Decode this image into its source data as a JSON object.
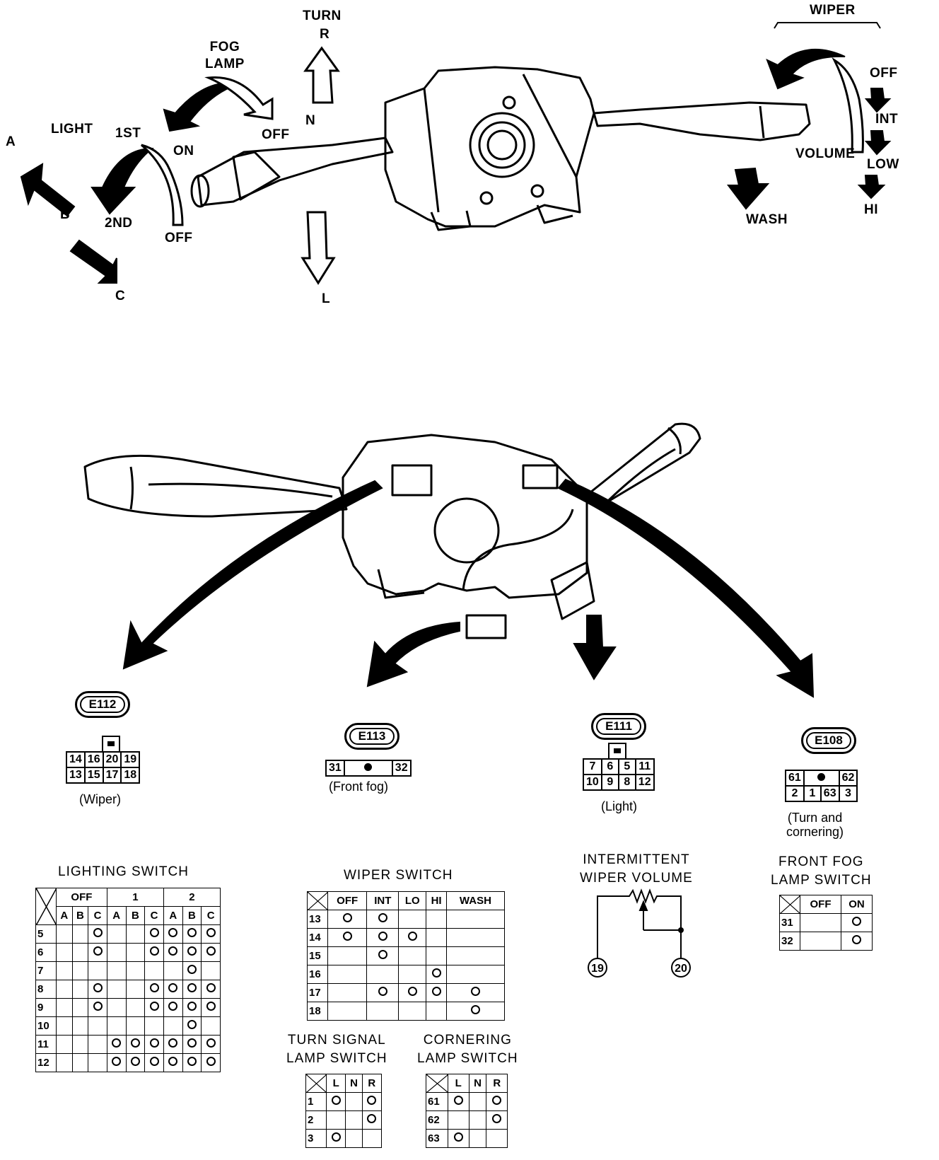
{
  "top_labels": {
    "turn": "TURN",
    "turn_r": "R",
    "turn_n": "N",
    "turn_l": "L",
    "fog_lamp": "FOG\nLAMP",
    "fog_on": "ON",
    "fog_off": "OFF",
    "light": "LIGHT",
    "light_1st": "1ST",
    "light_2nd": "2ND",
    "light_off": "OFF",
    "pos_a": "A",
    "pos_b": "B",
    "pos_c": "C",
    "wiper": "WIPER",
    "wiper_off": "OFF",
    "wiper_int": "INT",
    "wiper_low": "LOW",
    "wiper_hi": "HI",
    "volume": "VOLUME",
    "wash": "WASH"
  },
  "connectors": {
    "e112": {
      "id": "E112",
      "caption": "(Wiper)",
      "rows": [
        [
          "14",
          "16",
          "20",
          "19"
        ],
        [
          "13",
          "15",
          "17",
          "18"
        ]
      ]
    },
    "e113": {
      "id": "E113",
      "caption": "(Front fog)",
      "pins": [
        "31",
        "32"
      ]
    },
    "e111": {
      "id": "E111",
      "caption": "(Light)",
      "rows": [
        [
          "7",
          "6",
          "5",
          "11"
        ],
        [
          "10",
          "9",
          "8",
          "12"
        ]
      ]
    },
    "e108": {
      "id": "E108",
      "caption": "(Turn and\ncornering)",
      "rows": [
        [
          "61",
          "",
          "62"
        ],
        [
          "2",
          "1",
          "63",
          "3"
        ]
      ]
    }
  },
  "lighting_switch": {
    "title": "LIGHTING SWITCH",
    "groups": [
      "OFF",
      "1",
      "2"
    ],
    "cols": [
      "A",
      "B",
      "C",
      "A",
      "B",
      "C",
      "A",
      "B",
      "C"
    ],
    "rows": [
      "5",
      "6",
      "7",
      "8",
      "9",
      "10",
      "11",
      "12"
    ]
  },
  "wiper_switch": {
    "title": "WIPER SWITCH",
    "cols": [
      "OFF",
      "INT",
      "LO",
      "HI",
      "WASH"
    ],
    "rows": [
      "13",
      "14",
      "15",
      "16",
      "17",
      "18"
    ]
  },
  "intermittent": {
    "title": "INTERMITTENT\nWIPER VOLUME",
    "t1": "19",
    "t2": "20"
  },
  "fog_switch": {
    "title": "FRONT FOG\nLAMP SWITCH",
    "cols": [
      "OFF",
      "ON"
    ],
    "rows": [
      "31",
      "32"
    ]
  },
  "turn_switch": {
    "title": "TURN SIGNAL\nLAMP SWITCH",
    "cols": [
      "L",
      "N",
      "R"
    ],
    "rows": [
      "1",
      "2",
      "3"
    ]
  },
  "cornering_switch": {
    "title": "CORNERING\nLAMP SWITCH",
    "cols": [
      "L",
      "N",
      "R"
    ],
    "rows": [
      "61",
      "62",
      "63"
    ]
  }
}
